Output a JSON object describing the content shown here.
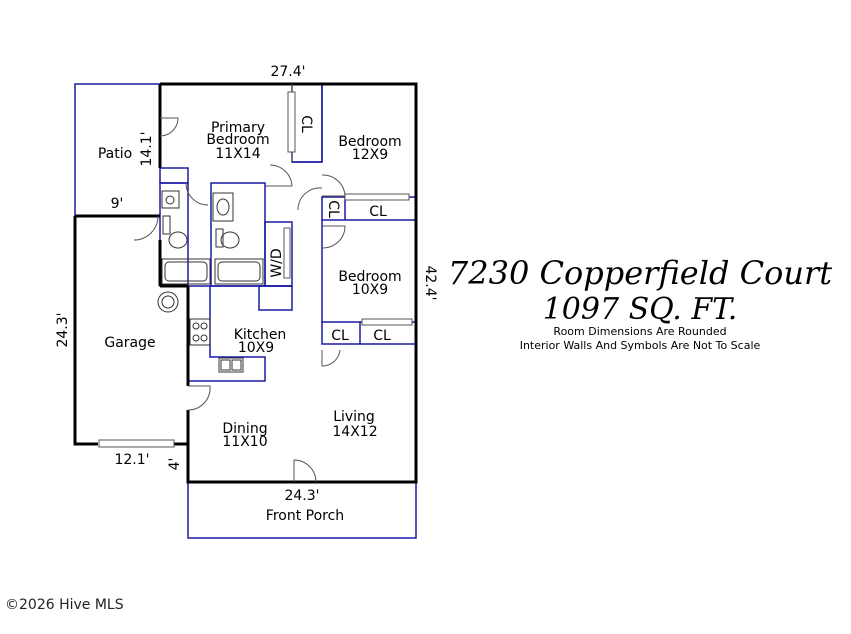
{
  "header": {
    "address": "7230 Copperfield Court",
    "sqft": "1097 SQ. FT.",
    "note_rounded": "Room Dimensions Are Rounded",
    "note_scale": "Interior Walls And Symbols Are Not To Scale"
  },
  "rooms": {
    "primary_bedroom_name": "Primary",
    "primary_bedroom_name2": "Bedroom",
    "primary_bedroom_dim": "11X14",
    "bedroom1_name": "Bedroom",
    "bedroom1_dim": "12X9",
    "bedroom2_name": "Bedroom",
    "bedroom2_dim": "10X9",
    "patio": "Patio",
    "garage": "Garage",
    "kitchen_name": "Kitchen",
    "kitchen_dim": "10X9",
    "dining_name": "Dining",
    "dining_dim": "11X10",
    "living_name": "Living",
    "living_dim": "14X12",
    "front_porch": "Front Porch",
    "closet": "CL",
    "washer_dryer": "W/D"
  },
  "dimensions": {
    "top_width": "27.4'",
    "right_height": "42.4'",
    "patio_height": "14.1'",
    "patio_width": "9'",
    "garage_height": "24.3'",
    "garage_width": "12.1'",
    "porch_depth": "4'",
    "porch_width": "24.3'"
  },
  "footer": {
    "copyright": "©2026 Hive MLS"
  },
  "colors": {
    "wall": "#000000",
    "outline": "#1a1aa6",
    "fixture": "#333333"
  }
}
